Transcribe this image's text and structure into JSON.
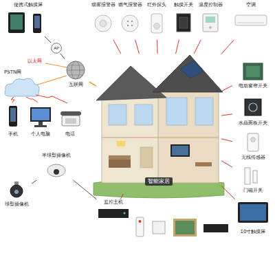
{
  "diagram": {
    "nodes": [
      {
        "text": [
          "便携式触摸屏"
        ]
      },
      {
        "text": [
          "烟雾报警器"
        ]
      },
      {
        "text": [
          "燃气报警器"
        ]
      },
      {
        "text": [
          "红外探头"
        ]
      },
      {
        "text": [
          "触摸开关"
        ]
      },
      {
        "text": [
          "温度控制器"
        ]
      },
      {
        "text": [
          "空调"
        ]
      },
      {
        "text": [
          "AP"
        ]
      },
      {
        "text": [
          "互联网"
        ]
      },
      {
        "text": [
          "智能家居"
        ]
      },
      {
        "text": [
          "电动窗帘开关"
        ]
      },
      {
        "text": [
          "水晶面板开关"
        ]
      },
      {
        "text": [
          "手机"
        ]
      },
      {
        "text": [
          "个人电脑"
        ]
      },
      {
        "text": [
          "电话"
        ]
      },
      {
        "text": [
          "无线传感器"
        ]
      },
      {
        "text": [
          "半球型摄像机"
        ]
      },
      {
        "text": [
          "门磁开关"
        ]
      },
      {
        "text": [
          "球型摄像机"
        ]
      },
      {
        "text": [
          "监控主机"
        ]
      },
      {
        "text": [
          "10寸触摸屏"
        ]
      }
    ],
    "edges": [
      {
        "from": 0,
        "to": 7,
        "arrow": "none"
      },
      {
        "from": 7,
        "to": 8,
        "arrow": "none"
      },
      {
        "from": 8,
        "to": 9,
        "arrow": "none"
      },
      {
        "from": 1,
        "to": 9,
        "arrow": "none"
      },
      {
        "from": 2,
        "to": 9,
        "arrow": "none"
      },
      {
        "from": 3,
        "to": 9,
        "arrow": "none"
      },
      {
        "from": 4,
        "to": 9,
        "arrow": "none"
      },
      {
        "from": 5,
        "to": 9,
        "arrow": "none"
      },
      {
        "from": 6,
        "to": 9,
        "arrow": "none"
      },
      {
        "from": 10,
        "to": 9,
        "arrow": "none"
      },
      {
        "from": 11,
        "to": 9,
        "arrow": "none"
      },
      {
        "from": 15,
        "to": 9,
        "arrow": "none"
      },
      {
        "from": 17,
        "to": 9,
        "arrow": "none"
      },
      {
        "from": 20,
        "to": 9,
        "arrow": "none"
      },
      {
        "from": 18,
        "to": 16,
        "arrow": "none"
      },
      {
        "from": 16,
        "to": 19,
        "arrow": "none"
      },
      {
        "from": 19,
        "to": 9,
        "arrow": "none"
      }
    ],
    "labels": [
      "以太网",
      "PSTN网"
    ]
  }
}
